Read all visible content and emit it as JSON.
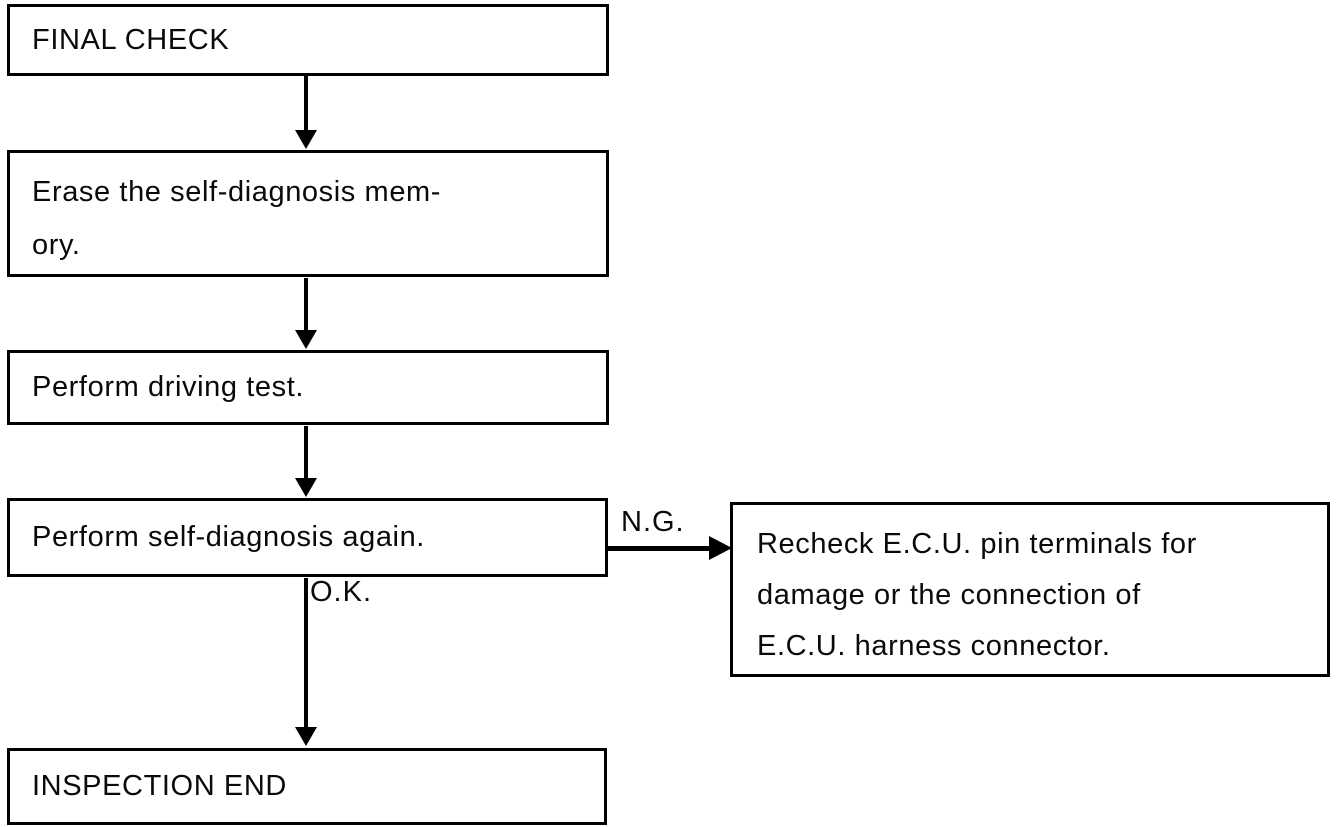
{
  "diagram": {
    "type": "flowchart",
    "background_color": "#ffffff",
    "line_color": "#000000",
    "nodes": {
      "final_check": {
        "label": "FINAL CHECK"
      },
      "erase_memory": {
        "lines": [
          "Erase the self-diagnosis mem-",
          "ory."
        ],
        "full_text": "Erase the self-diagnosis memory."
      },
      "driving_test": {
        "label": "Perform driving test."
      },
      "self_diagnosis": {
        "label": "Perform self-diagnosis again."
      },
      "recheck_ecu": {
        "lines": [
          "Recheck E.C.U. pin terminals for",
          "damage or the connection of",
          "E.C.U. harness connector."
        ],
        "full_text": "Recheck E.C.U. pin terminals for damage or the connection of E.C.U. harness connector."
      },
      "inspection_end": {
        "label": "INSPECTION END"
      }
    },
    "edge_labels": {
      "ng": "N.G.",
      "ok": "O.K."
    }
  }
}
